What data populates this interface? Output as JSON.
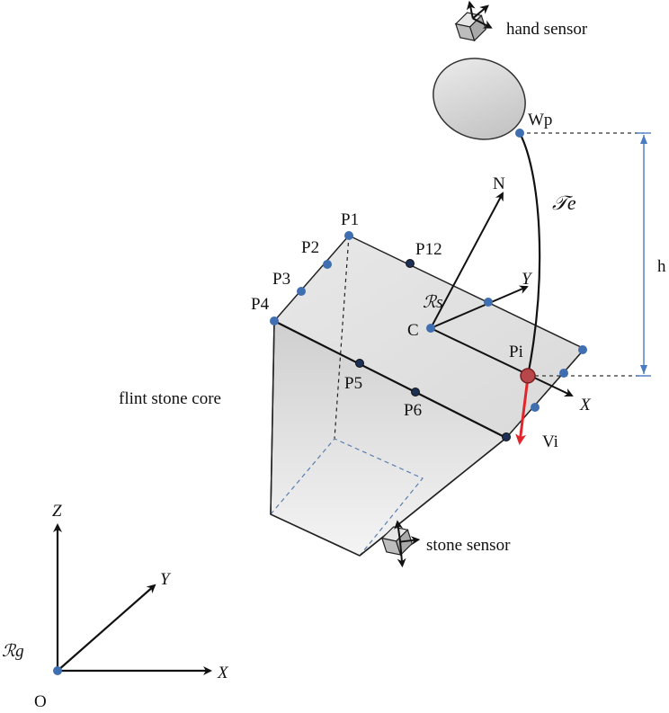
{
  "labels": {
    "hand_sensor": "hand sensor",
    "stone_sensor": "stone sensor",
    "flint_core": "flint stone core",
    "wp": "Wp",
    "te": "𝒯e",
    "h": "h",
    "n": "N",
    "y_local": "Y",
    "x_local": "X",
    "rs": "ℛs",
    "c": "C",
    "pi": "Pi",
    "vi": "Vi",
    "p1": "P1",
    "p2": "P2",
    "p3": "P3",
    "p4": "P4",
    "p5": "P5",
    "p6": "P6",
    "p12": "P12",
    "z_global": "Z",
    "y_global": "Y",
    "x_global": "X",
    "rg": "ℛg",
    "o": "O"
  },
  "colors": {
    "point": "#3f6fb0",
    "red_vector": "#e0262b",
    "dimension": "#4a7cc0",
    "edge": "#111111"
  }
}
